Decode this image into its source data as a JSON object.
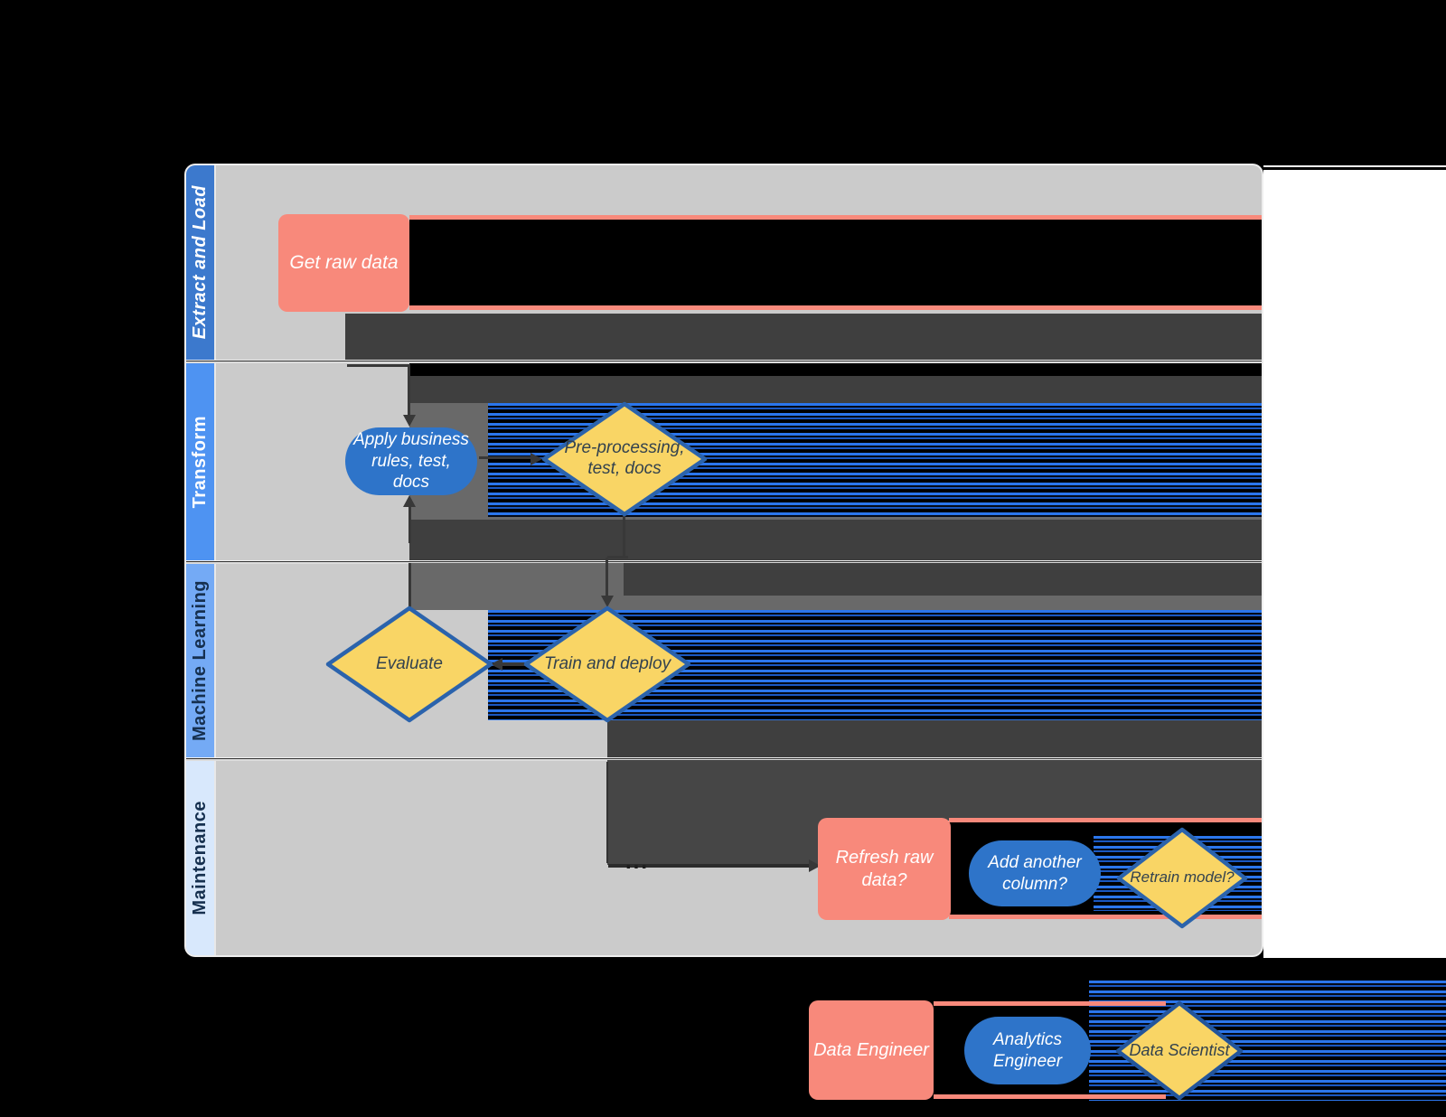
{
  "colors": {
    "salmon": "#F8897B",
    "blue": "#2E74C9",
    "yellow": "#F9D565",
    "diamond_border": "#2B63AC",
    "lane1": "#3C79CD",
    "lane2": "#4E93F2",
    "lane3": "#74AAF5",
    "lane4": "#D8E8FC",
    "lane_body": "#CBCBCB",
    "dark": "#3F3F3F",
    "dark2": "#464646",
    "medium": "#696969",
    "stripe_blue": "#2B76EC",
    "arrow": "#383838",
    "header_text_dark": "#16304F"
  },
  "lanes": [
    {
      "label": "Extract and Load"
    },
    {
      "label": "Transform"
    },
    {
      "label": "Machine Learning"
    },
    {
      "label": "Maintenance"
    }
  ],
  "nodes": {
    "get_raw_data": "Get raw data",
    "apply_rules": "Apply business rules, test, docs",
    "preprocessing": "Pre-processing, test, docs",
    "evaluate": "Evaluate",
    "train_deploy": "Train and deploy",
    "refresh_raw_data": "Refresh raw data?",
    "add_column": "Add another column?",
    "retrain_model": "Retrain model?"
  },
  "connectors": {
    "maintenance_ellipsis": "..."
  },
  "legend": {
    "data_engineer": "Data Engineer",
    "analytics_engineer": "Analytics Engineer",
    "data_scientist": "Data Scientist"
  }
}
